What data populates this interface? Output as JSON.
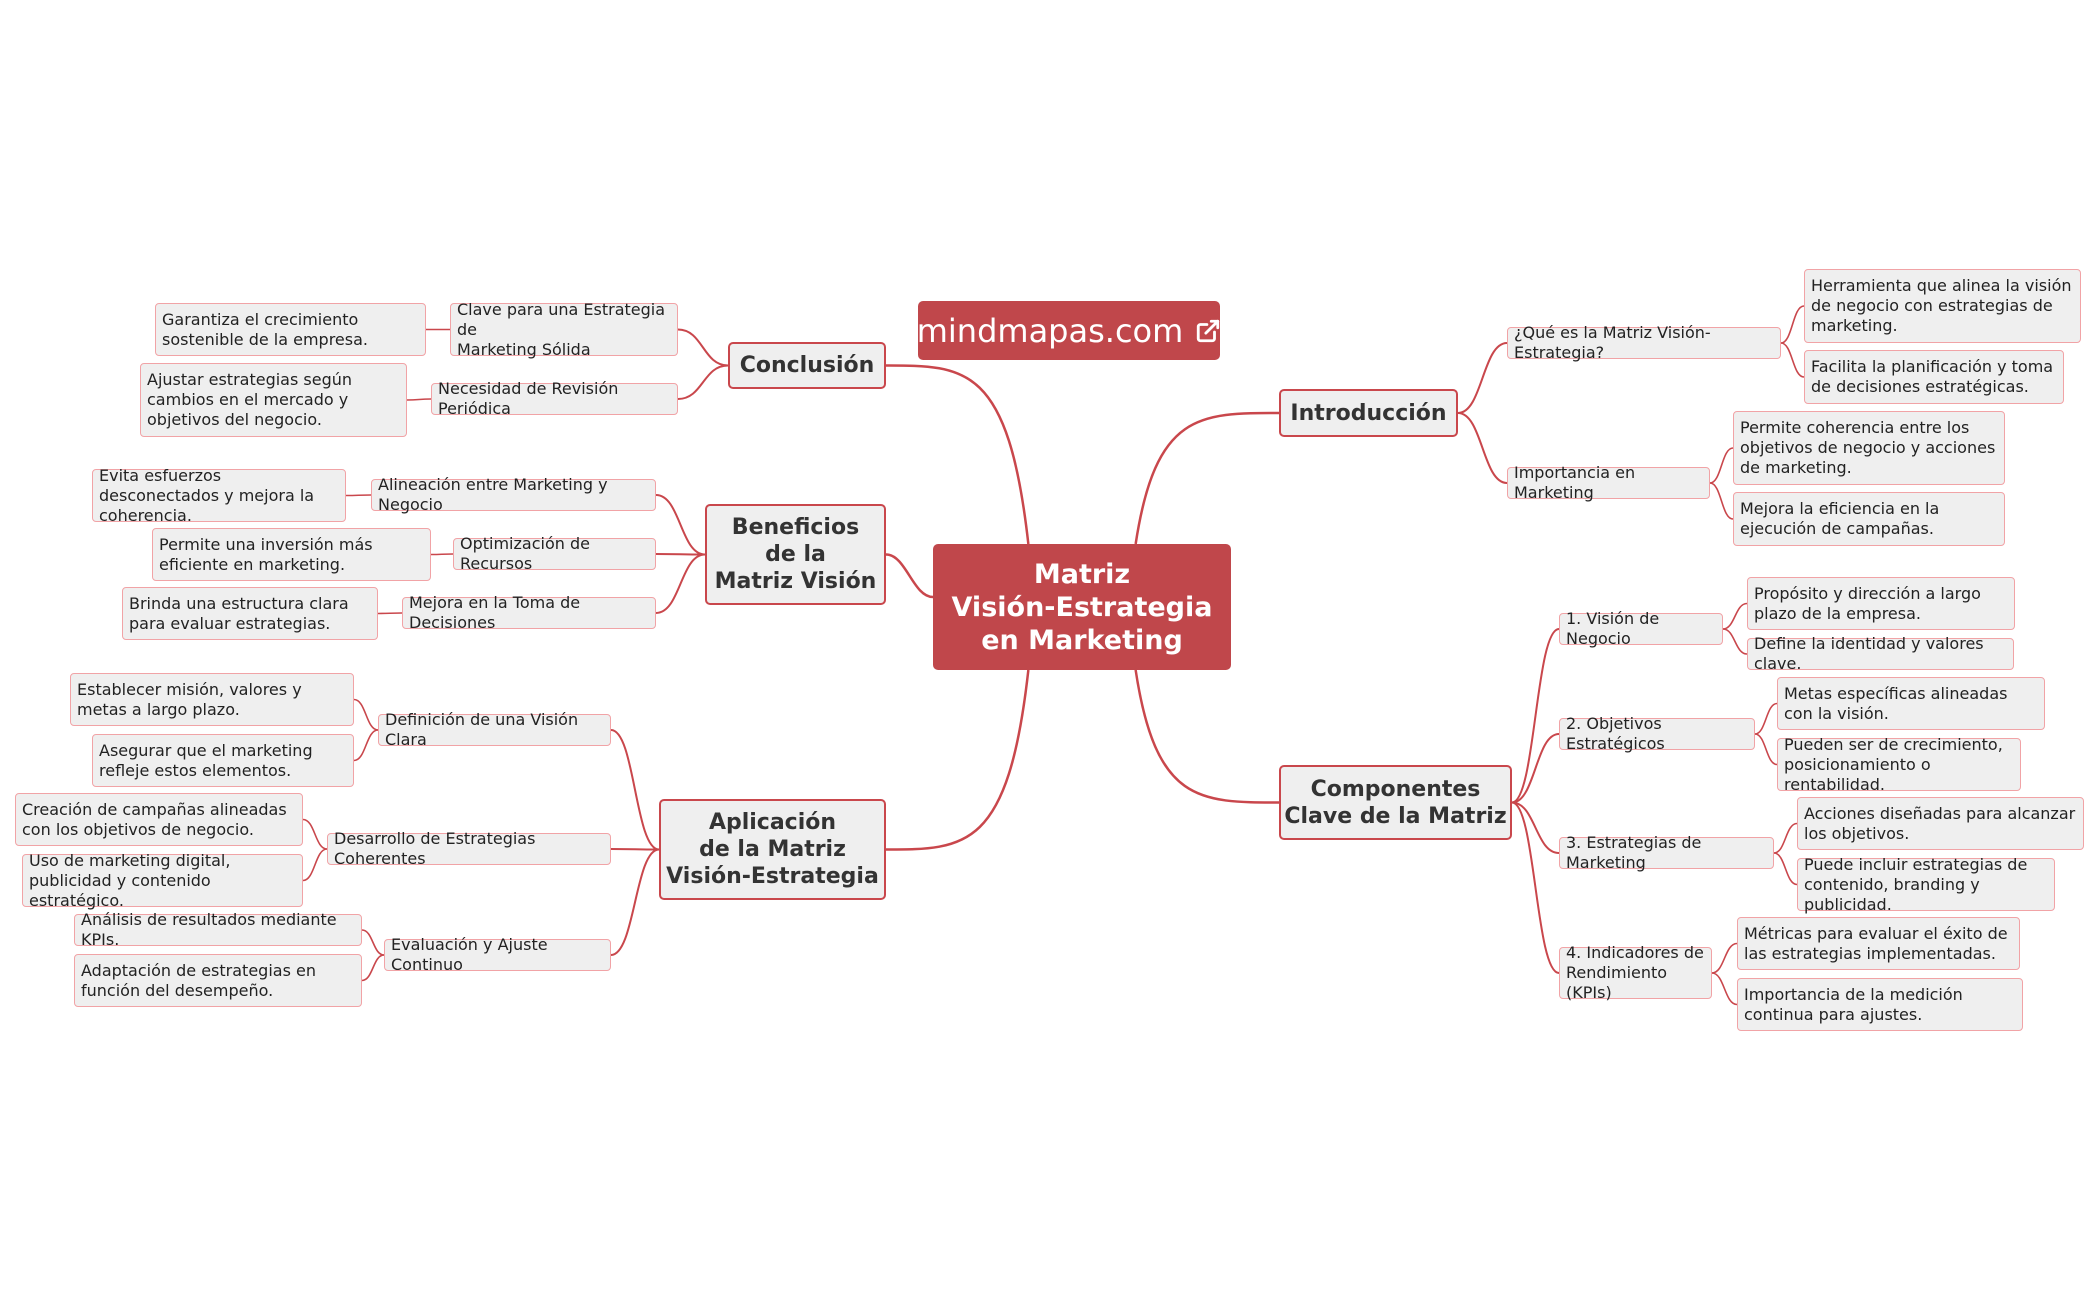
{
  "brand": {
    "label": "mindmapas.com",
    "icon": "external-link-icon"
  },
  "colors": {
    "accent": "#c0474b",
    "leaf_border": "#f1a3a6",
    "node_fill": "#efefef",
    "line": "#c9474c"
  },
  "root": {
    "label": "Matriz\nVisión-Estrategia\nen Marketing"
  },
  "branches": {
    "introduccion": {
      "label": "Introducción",
      "children": [
        {
          "label": "¿Qué es la Matriz Visión-Estrategia?",
          "children": [
            "Herramienta que alinea la visión de negocio con estrategias de marketing.",
            "Facilita la planificación y toma de decisiones estratégicas."
          ]
        },
        {
          "label": "Importancia en Marketing",
          "children": [
            "Permite coherencia entre los objetivos de negocio y acciones de marketing.",
            "Mejora la eficiencia en la ejecución de campañas."
          ]
        }
      ]
    },
    "componentes": {
      "label": "Componentes\nClave de la Matriz",
      "children": [
        {
          "label": "1. Visión de Negocio",
          "children": [
            "Propósito y dirección a largo plazo de la empresa.",
            "Define la identidad y valores clave."
          ]
        },
        {
          "label": "2. Objetivos Estratégicos",
          "children": [
            "Metas específicas alineadas con la visión.",
            "Pueden ser de crecimiento, posicionamiento o rentabilidad."
          ]
        },
        {
          "label": "3. Estrategias de Marketing",
          "children": [
            "Acciones diseñadas para alcanzar los objetivos.",
            "Puede incluir estrategias de contenido, branding y publicidad."
          ]
        },
        {
          "label": "4. Indicadores de\nRendimiento (KPIs)",
          "children": [
            "Métricas para evaluar el éxito de las estrategias implementadas.",
            "Importancia de la medición continua para ajustes."
          ]
        }
      ]
    },
    "conclusion": {
      "label": "Conclusión",
      "children": [
        {
          "label": "Clave para una Estrategia de\nMarketing Sólida",
          "children": [
            "Garantiza el crecimiento sostenible de la empresa."
          ]
        },
        {
          "label": "Necesidad de Revisión Periódica",
          "children": [
            "Ajustar estrategias según cambios en el mercado y objetivos del negocio."
          ]
        }
      ]
    },
    "beneficios": {
      "label": "Beneficios\nde la\nMatriz Visión",
      "children": [
        {
          "label": "Alineación entre Marketing y Negocio",
          "children": [
            "Evita esfuerzos desconectados y mejora la coherencia."
          ]
        },
        {
          "label": "Optimización de Recursos",
          "children": [
            "Permite una inversión más eficiente en marketing."
          ]
        },
        {
          "label": "Mejora en la Toma de Decisiones",
          "children": [
            "Brinda una estructura clara para evaluar estrategias."
          ]
        }
      ]
    },
    "aplicacion": {
      "label": "Aplicación\nde la Matriz\nVisión-Estrategia",
      "children": [
        {
          "label": "Definición de una Visión Clara",
          "children": [
            "Establecer misión, valores y metas a largo plazo.",
            "Asegurar que el marketing refleje estos elementos."
          ]
        },
        {
          "label": "Desarrollo de Estrategias Coherentes",
          "children": [
            "Creación de campañas alineadas con los objetivos de negocio.",
            "Uso de marketing digital, publicidad y contenido estratégico."
          ]
        },
        {
          "label": "Evaluación y Ajuste Continuo",
          "children": [
            "Análisis de resultados mediante KPIs.",
            "Adaptación de estrategias en función del desempeño."
          ]
        }
      ]
    }
  }
}
